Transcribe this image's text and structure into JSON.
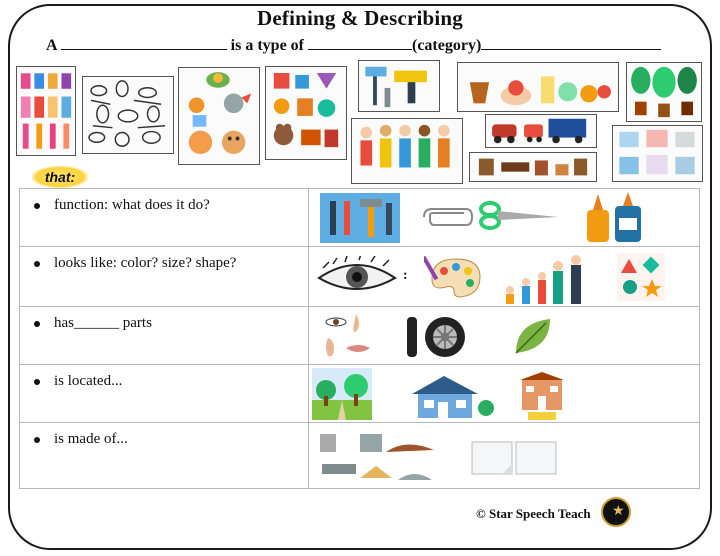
{
  "title": "Defining & Describing",
  "sentence": {
    "prefix": "A",
    "middle": "is a type of",
    "category": "(category)"
  },
  "badge_text": "that:",
  "rows": [
    {
      "label": "function: what does it do?"
    },
    {
      "label": "looks like: color? size? shape?"
    },
    {
      "label": "has______ parts"
    },
    {
      "label": "is located..."
    },
    {
      "label": "is made of..."
    }
  ],
  "colon_text": ":",
  "footer": {
    "copyright": "© Star Speech Teach"
  },
  "icons": {
    "categories": [
      "clothing-icon",
      "insects-icon",
      "animals-icon",
      "toys-icon",
      "tools-icon",
      "food-icon",
      "plants-icon",
      "people-icon",
      "vehicles-icon",
      "furniture-icon",
      "buildings-icon"
    ],
    "function": [
      "tools-icon",
      "paperclip-icon",
      "scissors-icon",
      "glue-icon"
    ],
    "looks_like": [
      "eye-icon",
      "paint-palette-icon",
      "family-sizes-icon",
      "shapes-icon"
    ],
    "parts": [
      "face-parts-icon",
      "tire-icon",
      "leaf-icon"
    ],
    "located": [
      "park-icon",
      "house-icon",
      "school-icon"
    ],
    "made_of": [
      "materials-icon",
      "paper-icon"
    ]
  },
  "colors": {
    "border": "#1b1b1b",
    "badge": "#ffd23a",
    "grid_line": "#b8b8b8"
  }
}
